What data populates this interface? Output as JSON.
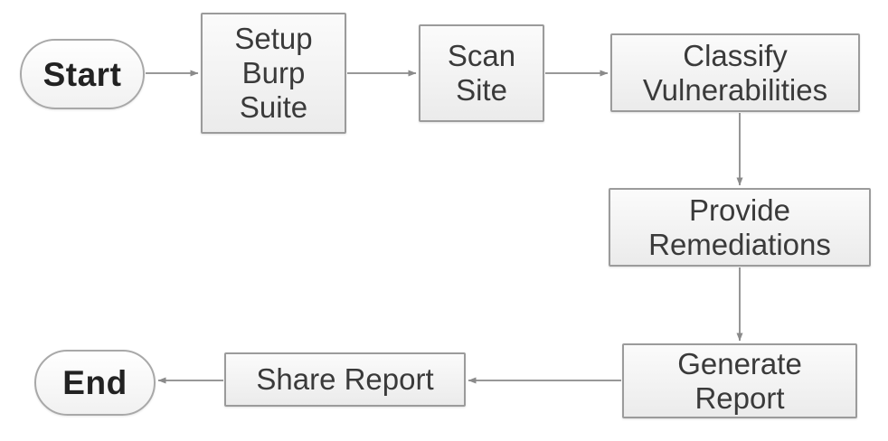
{
  "diagram": {
    "type": "flowchart",
    "nodes": [
      {
        "id": "start",
        "shape": "terminator",
        "label": "Start",
        "lines": [
          "Start"
        ]
      },
      {
        "id": "setup-burp-suite",
        "shape": "process",
        "label": "Setup Burp Suite",
        "lines": [
          "Setup",
          "Burp",
          "Suite"
        ]
      },
      {
        "id": "scan-site",
        "shape": "process",
        "label": "Scan Site",
        "lines": [
          "Scan",
          "Site"
        ]
      },
      {
        "id": "classify-vulnerabilities",
        "shape": "process",
        "label": "Classify Vulnerabilities",
        "lines": [
          "Classify",
          "Vulnerabilities"
        ]
      },
      {
        "id": "provide-remediations",
        "shape": "process",
        "label": "Provide Remediations",
        "lines": [
          "Provide",
          "Remediations"
        ]
      },
      {
        "id": "generate-report",
        "shape": "process",
        "label": "Generate Report",
        "lines": [
          "Generate",
          "Report"
        ]
      },
      {
        "id": "share-report",
        "shape": "process",
        "label": "Share Report",
        "lines": [
          "Share Report"
        ]
      },
      {
        "id": "end",
        "shape": "terminator",
        "label": "End",
        "lines": [
          "End"
        ]
      }
    ],
    "edges": [
      {
        "from": "start",
        "to": "setup-burp-suite",
        "direction": "right"
      },
      {
        "from": "setup-burp-suite",
        "to": "scan-site",
        "direction": "right"
      },
      {
        "from": "scan-site",
        "to": "classify-vulnerabilities",
        "direction": "right"
      },
      {
        "from": "classify-vulnerabilities",
        "to": "provide-remediations",
        "direction": "down"
      },
      {
        "from": "provide-remediations",
        "to": "generate-report",
        "direction": "down"
      },
      {
        "from": "generate-report",
        "to": "share-report",
        "direction": "left"
      },
      {
        "from": "share-report",
        "to": "end",
        "direction": "left"
      }
    ]
  },
  "colors": {
    "background": "#ffffff",
    "node_fill_top": "#fbfbfb",
    "node_fill_bottom": "#ebebeb",
    "node_border": "#9b9b9b",
    "terminator_border": "#a8a8a8",
    "text": "#3a3a3a",
    "terminator_text": "#222222",
    "arrow": "#8a8a8a"
  }
}
